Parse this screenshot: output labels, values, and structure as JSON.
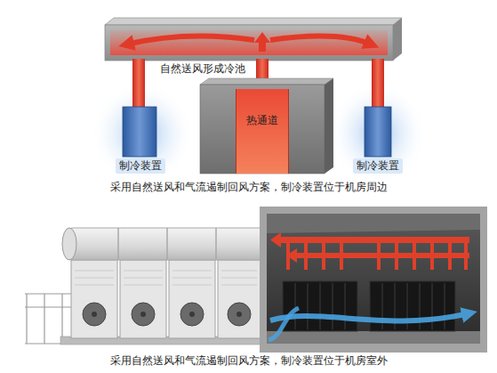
{
  "diagram": {
    "nodes": [
      {
        "text": [
          "热通道"
        ]
      },
      {
        "text": [
          "制冷装置"
        ]
      },
      {
        "text": [
          "制冷装置"
        ]
      }
    ],
    "labels": [
      "自然送风形成冷池",
      "采用自然送风和气流遏制回风方案，制冷装置位于机房周边",
      "采用自然送风和气流遏制回风方案，制冷装置位于机房室外"
    ]
  }
}
